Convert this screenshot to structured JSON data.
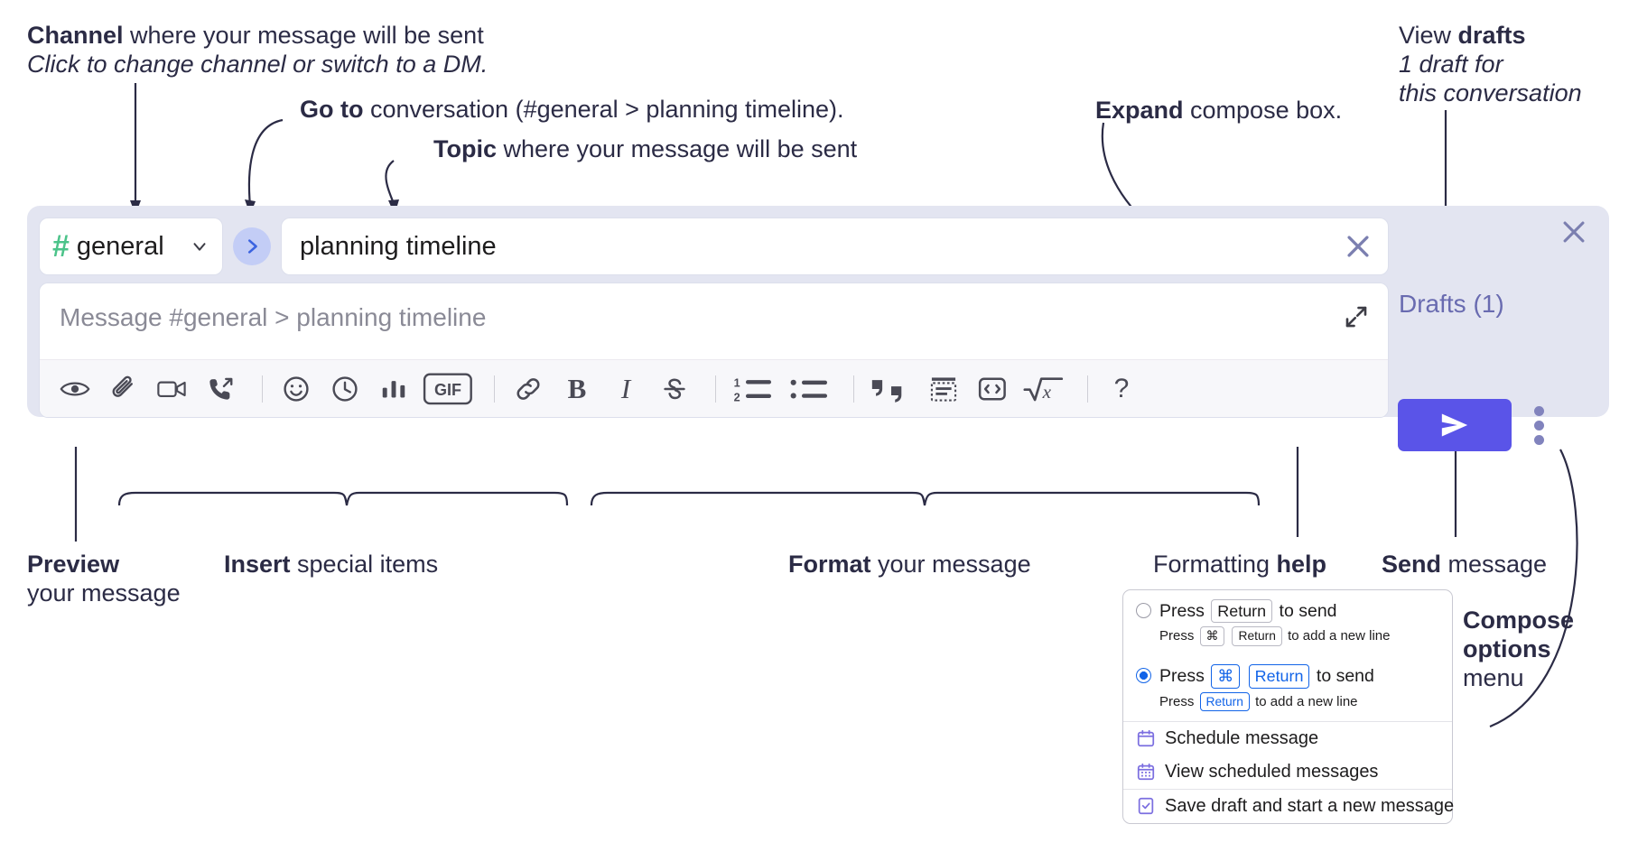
{
  "annotations": {
    "channel": {
      "bold": "Channel",
      "rest": " where your message will be sent",
      "italic": "Click to change channel or switch to a DM."
    },
    "goto": {
      "bold": "Go to",
      "rest": " conversation (#general > planning timeline)."
    },
    "topic": {
      "bold": "Topic",
      "rest": " where your message will be sent"
    },
    "expand": {
      "bold": "Expand",
      "rest": " compose box."
    },
    "drafts": {
      "plain": "View ",
      "bold": "drafts",
      "italic1": "1 draft for",
      "italic2": "this conversation"
    },
    "preview": {
      "bold": "Preview",
      "rest": "your message"
    },
    "insert": {
      "bold": "Insert",
      "rest": " special items"
    },
    "format": {
      "bold": "Format",
      "rest": " your message"
    },
    "help": {
      "plain": "Formatting ",
      "bold": "help"
    },
    "send": {
      "bold": "Send",
      "rest": " message"
    },
    "compose_options": {
      "bold1": "Compose",
      "bold2": "options",
      "rest": "menu"
    }
  },
  "compose": {
    "channel": {
      "hash": "#",
      "name": "general",
      "chevron": "chevron-down-icon"
    },
    "goto_button": "goto-arrow-icon",
    "topic": {
      "value": "planning timeline",
      "clear": "close-icon"
    },
    "message": {
      "placeholder": "Message #general > planning timeline",
      "expand": "expand-icon"
    },
    "close": "close-icon",
    "drafts_label": "Drafts (1)",
    "send_button": "send-icon",
    "kebab": "compose-options-icon",
    "toolbar_left": [
      {
        "name": "preview-icon",
        "glyph": "eye"
      },
      {
        "name": "attachment-icon",
        "glyph": "clip"
      },
      {
        "name": "video-clip-icon",
        "glyph": "video"
      },
      {
        "name": "huddle-icon",
        "glyph": "phone"
      },
      {
        "name": "separator",
        "glyph": "sep"
      },
      {
        "name": "emoji-icon",
        "glyph": "emoji"
      },
      {
        "name": "reminder-icon",
        "glyph": "clock"
      },
      {
        "name": "poll-icon",
        "glyph": "bars"
      },
      {
        "name": "gif-icon",
        "glyph": "gif"
      },
      {
        "name": "separator",
        "glyph": "sep"
      },
      {
        "name": "link-icon",
        "glyph": "link"
      },
      {
        "name": "bold-icon",
        "glyph": "B"
      },
      {
        "name": "italic-icon",
        "glyph": "I"
      },
      {
        "name": "strikethrough-icon",
        "glyph": "S"
      },
      {
        "name": "separator",
        "glyph": "sep"
      },
      {
        "name": "ordered-list-icon",
        "glyph": "ol"
      },
      {
        "name": "bulleted-list-icon",
        "glyph": "ul"
      },
      {
        "name": "separator",
        "glyph": "sep"
      },
      {
        "name": "blockquote-icon",
        "glyph": "quote"
      },
      {
        "name": "code-block-icon",
        "glyph": "codeblock"
      },
      {
        "name": "code-icon",
        "glyph": "code"
      },
      {
        "name": "latex-icon",
        "glyph": "sqrt"
      },
      {
        "name": "separator",
        "glyph": "sep"
      },
      {
        "name": "formatting-help-icon",
        "glyph": "?"
      }
    ],
    "gif_label": "GIF"
  },
  "popup": {
    "options": [
      {
        "selected": false,
        "main_pre": "Press",
        "main_key": "Return",
        "main_post": "to send",
        "sub_pre": "Press",
        "sub_key1": "⌘",
        "sub_key2": "Return",
        "sub_post": "to add a new line"
      },
      {
        "selected": true,
        "main_pre": "Press",
        "main_key1": "⌘",
        "main_key2": "Return",
        "main_post": "to send",
        "sub_pre": "Press",
        "sub_key": "Return",
        "sub_post": "to add a new line"
      }
    ],
    "menu": [
      {
        "icon": "calendar-icon",
        "label": "Schedule message"
      },
      {
        "icon": "calendar-grid-icon",
        "label": "View scheduled messages"
      },
      {
        "icon": "save-draft-icon",
        "label": "Save draft and start a new message"
      }
    ]
  },
  "colors": {
    "compose_bg": "#e3e5f1",
    "send_blue": "#5a54e8",
    "hash_green": "#4cc38a",
    "drafts_purple": "#696bb0",
    "goto_bg": "#c3cdf6",
    "radio_blue": "#1264e8",
    "menu_icon_purple": "#7c6fe0"
  }
}
